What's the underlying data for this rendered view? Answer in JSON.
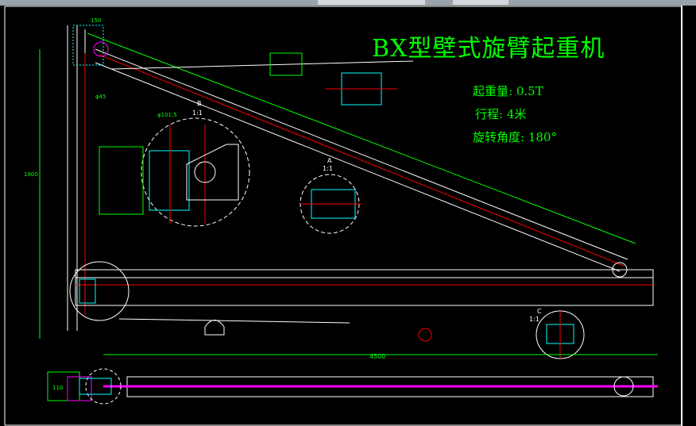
{
  "drawing": {
    "title": "BX型壁式旋臂起重机",
    "specs": [
      {
        "label": "起重量:",
        "value": "0.5T"
      },
      {
        "label": "行程:",
        "value": "4米"
      },
      {
        "label": "旋转角度:",
        "value": "180°"
      }
    ],
    "views": {
      "B": {
        "letter": "B",
        "scale": "1:1"
      },
      "A": {
        "letter": "A",
        "scale": "1:1"
      },
      "C": {
        "letter": "C",
        "scale": "1:1"
      }
    },
    "dimensions": {
      "beam_length": "4500",
      "bottom_width": "110",
      "top_width": "150",
      "column_height": "1800",
      "pin_diameter": "φ45",
      "detail_diameter": "φ101.5"
    }
  },
  "colors": {
    "background": "#000000",
    "annotation": "#00ff00",
    "outline": "#ffffff",
    "centerline": "#ff0000",
    "hatch": "#00ffff",
    "highlight": "#ff00ff"
  }
}
